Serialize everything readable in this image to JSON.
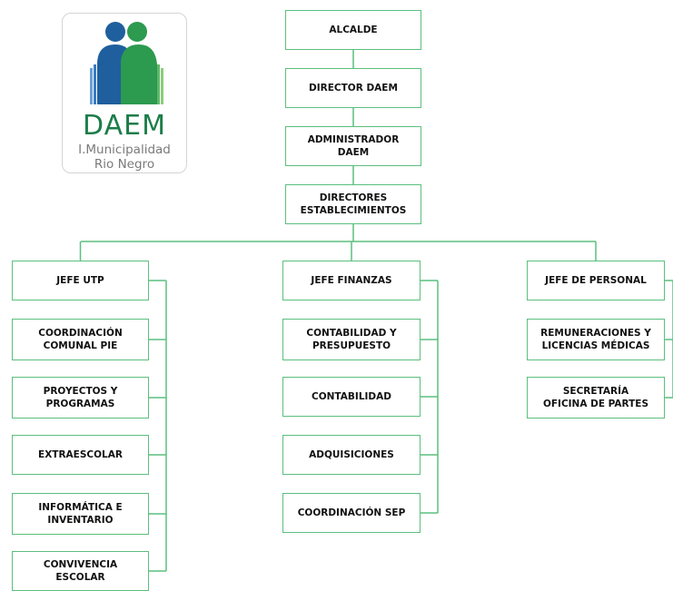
{
  "logo": {
    "brand": "DAEM",
    "subtitle": "I.Municipalidad\nRio Negro",
    "icon": "two-people-logo-icon",
    "colors": {
      "person_left": "#1f5f9e",
      "person_right": "#2c9a4f",
      "brand_text": "#1c7d49"
    }
  },
  "colors": {
    "connector": "#5bbf7e",
    "box_border": "#5bbf7e",
    "text": "#111111"
  },
  "org_chart": {
    "top": [
      "ALCALDE",
      "DIRECTOR DAEM",
      "ADMINISTRADOR\nDAEM",
      "DIRECTORES\nESTABLECIMIENTOS"
    ],
    "branches": [
      {
        "head": "JEFE UTP",
        "units": [
          "COORDINACIÓN\nCOMUNAL PIE",
          "PROYECTOS Y\nPROGRAMAS",
          "EXTRAESCOLAR",
          "INFORMÁTICA E\nINVENTARIO",
          "CONVIVENCIA\nESCOLAR"
        ]
      },
      {
        "head": "JEFE FINANZAS",
        "units": [
          "CONTABILIDAD Y\nPRESUPUESTO",
          "CONTABILIDAD",
          "ADQUISICIONES",
          "COORDINACIÓN SEP"
        ]
      },
      {
        "head": "JEFE DE PERSONAL",
        "units": [
          "REMUNERACIONES Y\nLICENCIAS MÉDICAS",
          "SECRETARÍA\nOFICINA DE PARTES"
        ]
      }
    ]
  }
}
